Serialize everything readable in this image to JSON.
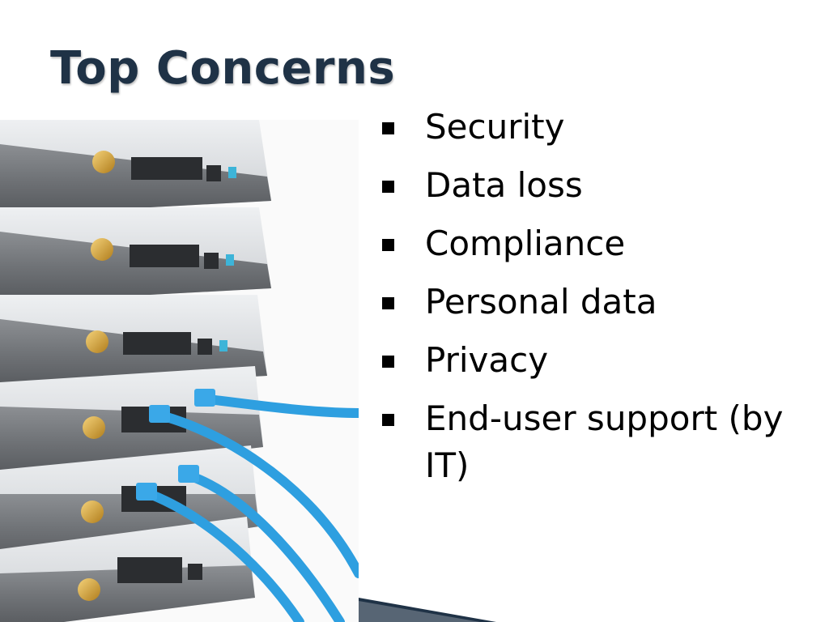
{
  "slide": {
    "title": "Top Concerns",
    "bullets": [
      "Security",
      "Data loss",
      "Compliance",
      "Personal data",
      "Privacy",
      "End-user support (by IT)"
    ]
  },
  "image": {
    "subject": "stacked-network-routers-with-blue-cables"
  },
  "colors": {
    "title": "#1f3246",
    "bullet": "#000000",
    "cable": "#2e9fe0"
  }
}
